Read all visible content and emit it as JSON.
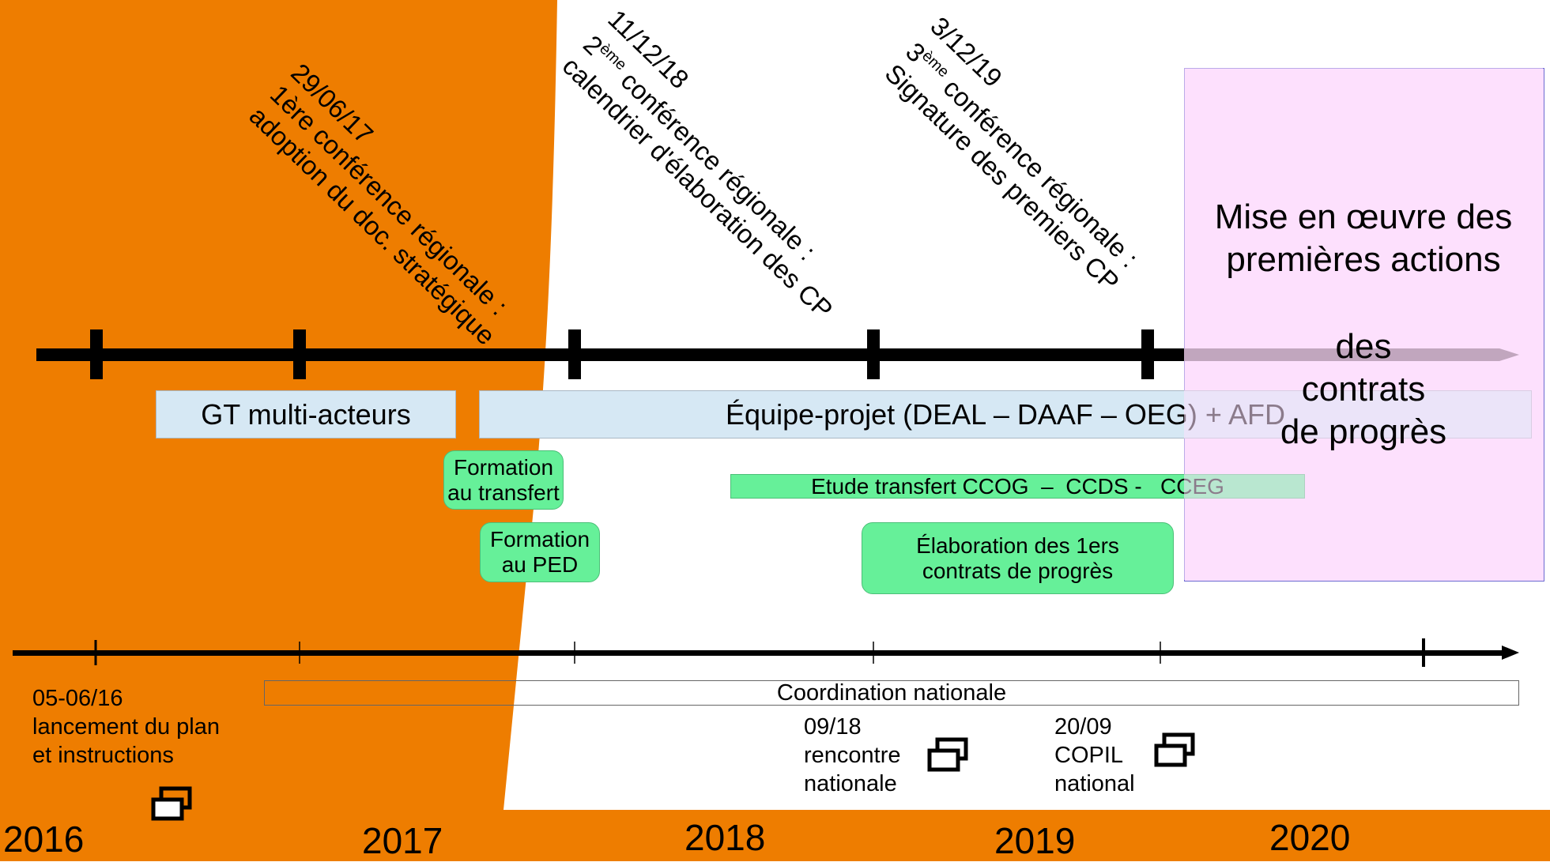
{
  "conferences": [
    {
      "date": "29/06/17",
      "title": "1ère conférence régionale :",
      "detail": "adoption du doc.  stratégique"
    },
    {
      "date": "11/12/18",
      "ordinal": "2",
      "ordinal_sup": "ème",
      "title": " conférence régionale :",
      "detail": "calendrier d'élaboration des CP"
    },
    {
      "date": "3/12/19",
      "ordinal": "3",
      "ordinal_sup": "ème",
      "title": " conférence régionale :",
      "detail": "Signature des premiers CP"
    }
  ],
  "bars": {
    "gt": "GT multi-acteurs",
    "equipe": "Équipe-projet (DEAL – DAAF – OEG) + AFD",
    "formation_transfert": [
      "Formation",
      "au transfert"
    ],
    "formation_ped": [
      "Formation",
      "au PED"
    ],
    "etude": "Etude transfert CCOG  –  CCDS -   CCEG",
    "elaboration": [
      "Élaboration des 1ers",
      "contrats de progrès"
    ]
  },
  "mise_en_oeuvre": [
    "Mise en œuvre des",
    "premières actions",
    "",
    "des",
    "contrats",
    "de progrès"
  ],
  "national": {
    "coordination": "Coordination nationale",
    "events": [
      {
        "lines": [
          "05-06/16",
          "lancement du plan",
          "et instructions"
        ]
      },
      {
        "lines": [
          "09/18",
          "rencontre",
          "nationale"
        ]
      },
      {
        "lines": [
          "20/09",
          "COPIL",
          "national"
        ]
      }
    ]
  },
  "years": [
    "2016",
    "2017",
    "2018",
    "2019",
    "2020"
  ],
  "colors": {
    "orange": "#ee7d00",
    "pink": "#fde0fd",
    "green": "#66f099",
    "blue": "#d6e8f4"
  }
}
